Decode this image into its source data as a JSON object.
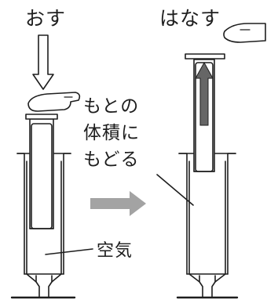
{
  "labels": {
    "push": "おす",
    "release": "はなす",
    "restore_line1": "もとの",
    "restore_line2": "体積に",
    "restore_line3": "もどる",
    "air": "空気"
  },
  "colors": {
    "ink": "#1e1e1e",
    "gray_arrow": "#a3a3a3",
    "dark_arrow": "#666666",
    "fill": "#ffffff"
  },
  "icons": {
    "finger_left": "finger-icon",
    "finger_right": "finger-icon",
    "down_arrow": "down-arrow-icon",
    "up_arrow": "up-arrow-icon",
    "right_arrow": "right-arrow-icon"
  }
}
